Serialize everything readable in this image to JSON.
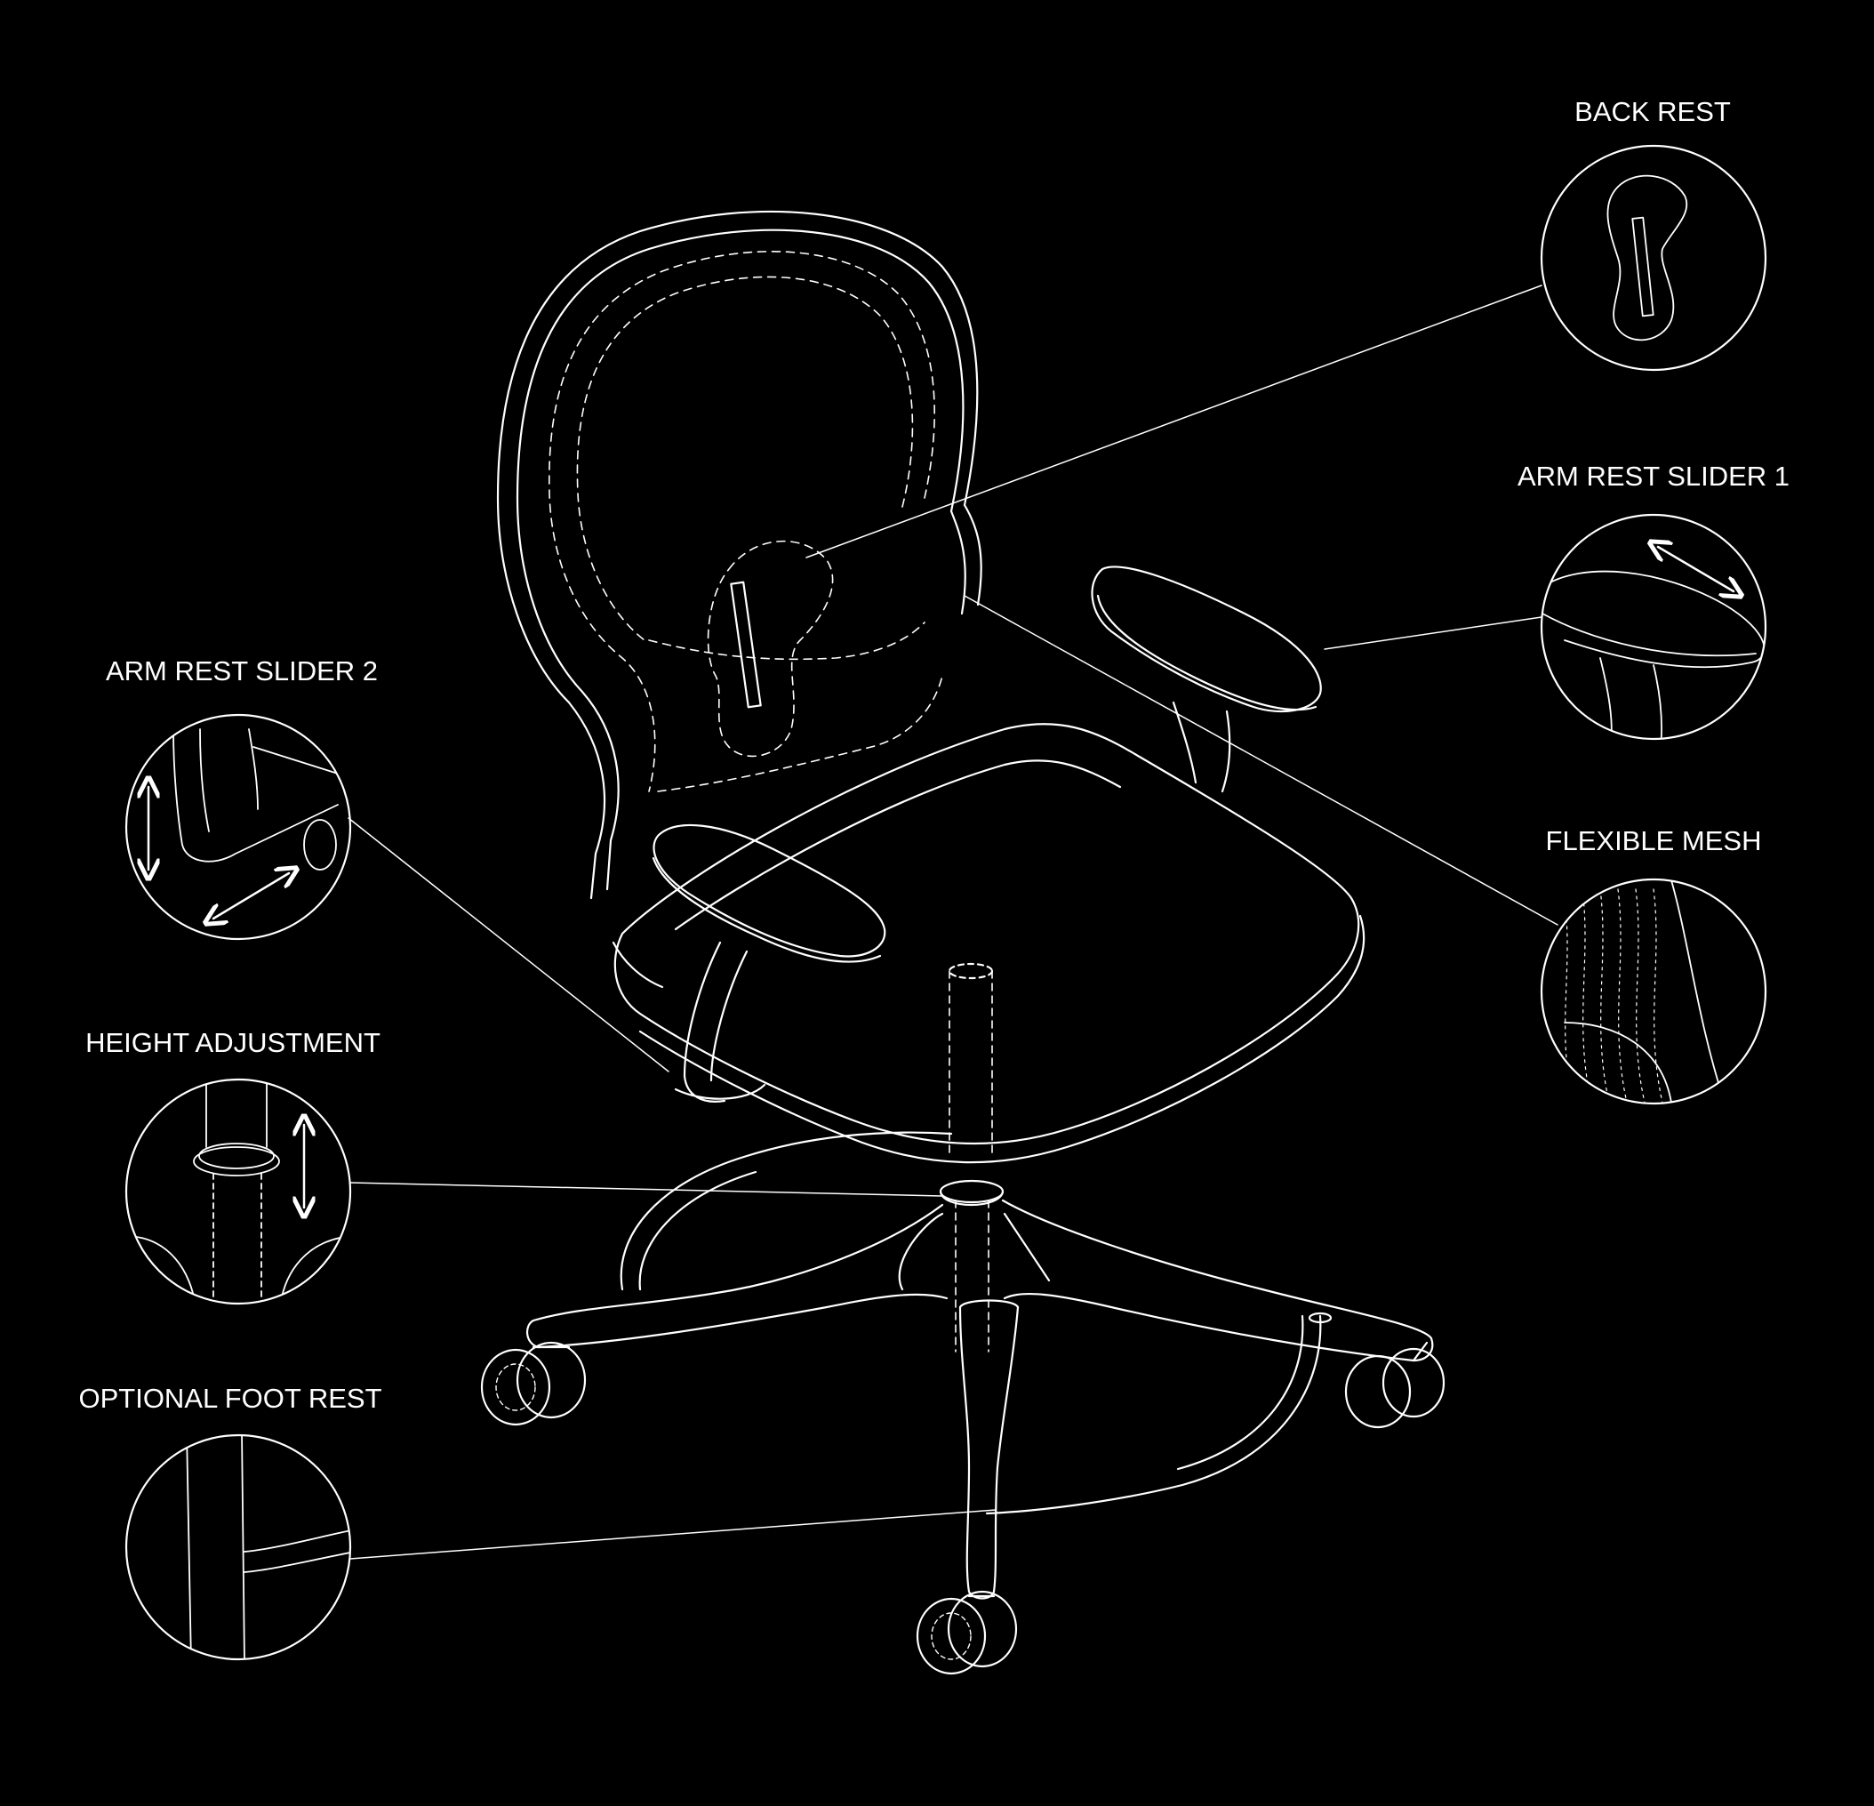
{
  "diagram": {
    "background_color": "#000000",
    "line_color": "#ffffff",
    "subject": "office-chair-exploded-callouts",
    "callouts": [
      {
        "id": "back-rest",
        "label": "BACK REST",
        "side": "right"
      },
      {
        "id": "arm-rest-slider-1",
        "label": "ARM REST SLIDER 1",
        "side": "right"
      },
      {
        "id": "flexible-mesh",
        "label": "FLEXIBLE MESH",
        "side": "right"
      },
      {
        "id": "arm-rest-slider-2",
        "label": "ARM REST SLIDER 2",
        "side": "left"
      },
      {
        "id": "height-adjustment",
        "label": "HEIGHT ADJUSTMENT",
        "side": "left"
      },
      {
        "id": "optional-foot-rest",
        "label": "OPTIONAL FOOT REST",
        "side": "left"
      }
    ]
  }
}
